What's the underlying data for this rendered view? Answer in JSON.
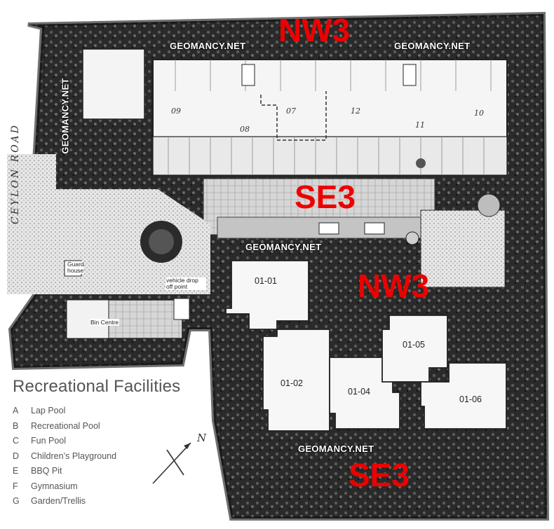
{
  "watermark": {
    "top_left": "GEOMANCY.NET",
    "top_right": "GEOMANCY.NET",
    "left_vertical": "GEOMANCY.NET",
    "center": "GEOMANCY.NET",
    "bottom": "GEOMANCY.NET"
  },
  "directions": {
    "top": "NW3",
    "upper_mid": "SE3",
    "lower_mid": "NW3",
    "bottom": "SE3"
  },
  "road_label": "CEYLON ROAD",
  "north_label": "N",
  "buildings": {
    "blocks": [
      "09",
      "08",
      "07",
      "12",
      "11",
      "10"
    ],
    "units": [
      "01-01",
      "01-02",
      "01-04",
      "01-05",
      "01-06"
    ],
    "guard_house": "Guard house",
    "bin_centre": "Bin Centre",
    "dropoff": "vehicle drop off point"
  },
  "legend": {
    "title": "Recreational Facilities",
    "items": [
      {
        "letter": "A",
        "label": "Lap Pool"
      },
      {
        "letter": "B",
        "label": "Recreational Pool"
      },
      {
        "letter": "C",
        "label": "Fun Pool"
      },
      {
        "letter": "D",
        "label": "Children’s Playground"
      },
      {
        "letter": "E",
        "label": "BBQ Pit"
      },
      {
        "letter": "F",
        "label": "Gymnasium"
      },
      {
        "letter": "G",
        "label": "Garden/Trellis"
      }
    ]
  },
  "colors": {
    "direction_text": "#ee0000",
    "foliage": "#1f1f1f",
    "paving": "#cfcfcf"
  }
}
